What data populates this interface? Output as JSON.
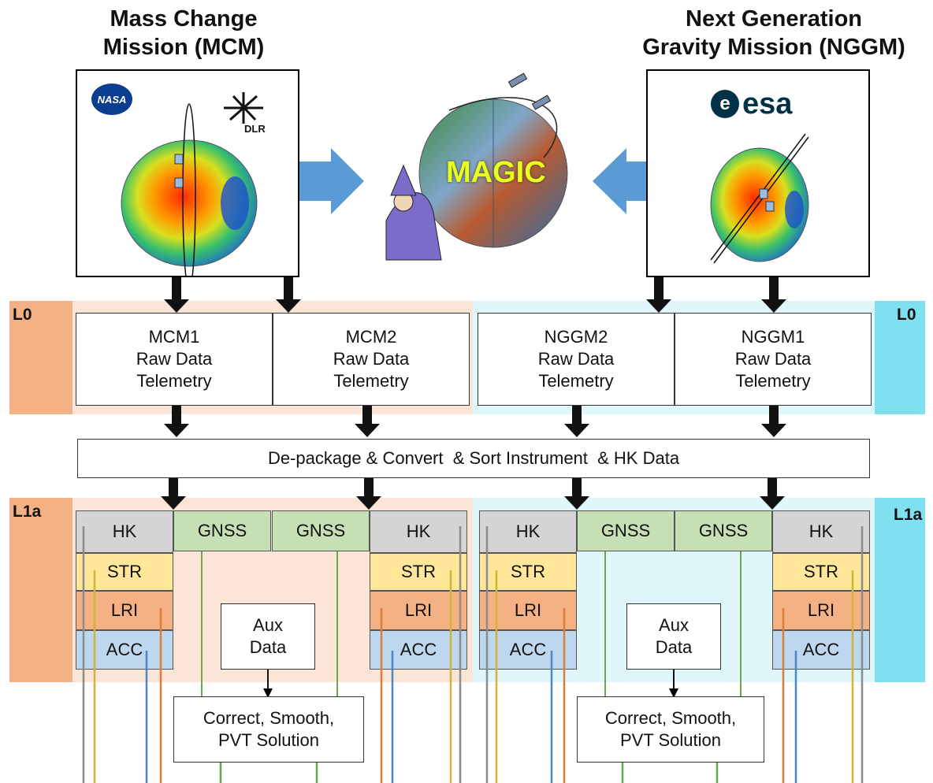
{
  "titles": {
    "left_line1": "Mass Change",
    "left_line2": "Mission (MCM)",
    "right_line1": "Next Generation",
    "right_line2": "Gravity Mission (NGGM)"
  },
  "logos": {
    "nasa": "NASA",
    "dlr": "DLR",
    "esa": "esa",
    "magic": "MAGIC"
  },
  "levels": {
    "l0": "L0",
    "l1a": "L1a"
  },
  "raw_boxes": [
    {
      "line1": "MCM1",
      "line2": "Raw Data",
      "line3": "Telemetry"
    },
    {
      "line1": "MCM2",
      "line2": "Raw Data",
      "line3": "Telemetry"
    },
    {
      "line1": "NGGM2",
      "line2": "Raw Data",
      "line3": "Telemetry"
    },
    {
      "line1": "NGGM1",
      "line2": "Raw Data",
      "line3": "Telemetry"
    }
  ],
  "depackage": "De-package & Convert  & Sort Instrument  & HK Data",
  "instruments": {
    "hk": "HK",
    "gnss": "GNSS",
    "str": "STR",
    "lri": "LRI",
    "acc": "ACC"
  },
  "aux": {
    "line1": "Aux",
    "line2": "Data"
  },
  "correct": {
    "line1": "Correct, Smooth,",
    "line2": "PVT Solution"
  },
  "colors": {
    "orange_band": "#f4b183",
    "orange_light": "#fbe5d6",
    "cyan_band": "#7fe0f0",
    "cyan_light": "#dff6fb",
    "arrow_blue": "#5b9bd5",
    "hk_line": "#8c8c8c",
    "str_line": "#d4b13a",
    "lri_line": "#e07b39",
    "acc_line": "#4f86c6",
    "gnss_line": "#6aa84f"
  }
}
